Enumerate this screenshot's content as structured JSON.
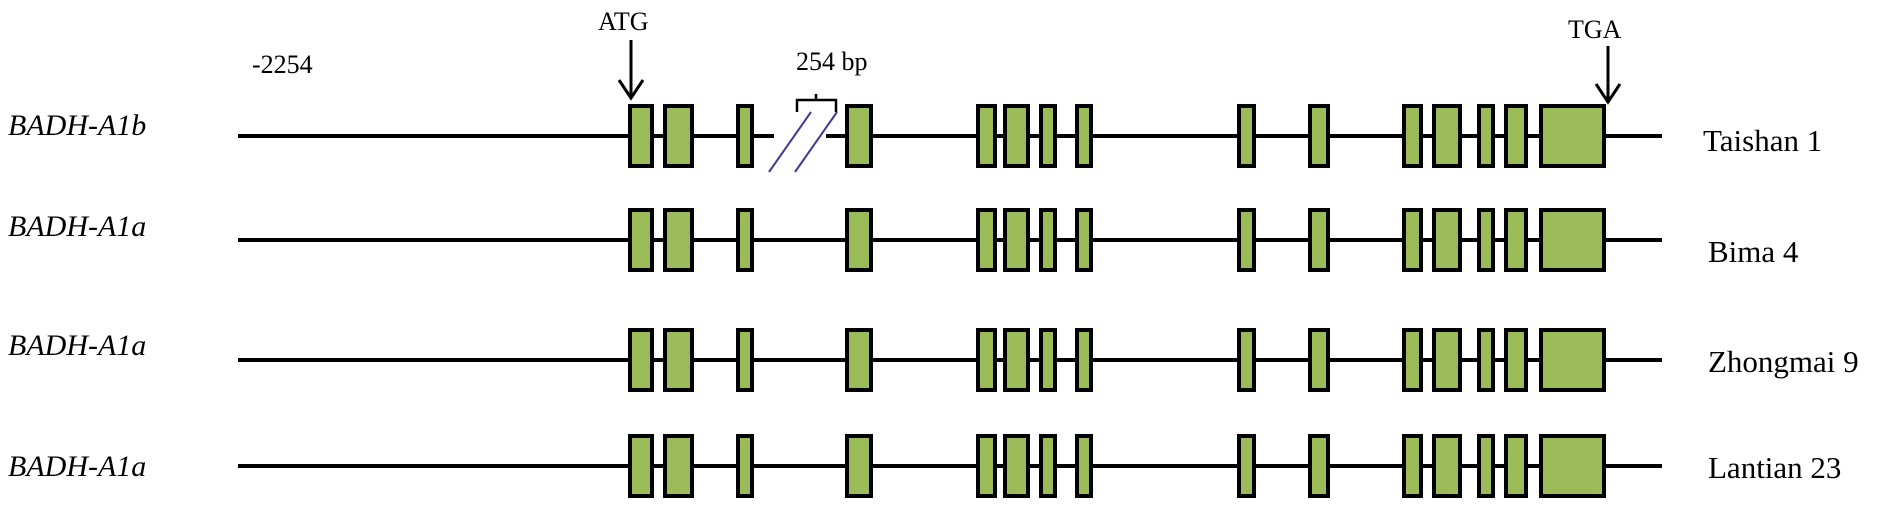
{
  "annotations": {
    "start_position": "-2254",
    "start_codon": "ATG",
    "stop_codon": "TGA",
    "insertion_size": "254 bp"
  },
  "rows": [
    {
      "gene": "BADH-A1b",
      "variety": "Taishan 1",
      "has_insertion": true
    },
    {
      "gene": "BADH-A1a",
      "variety": "Bima 4",
      "has_insertion": false
    },
    {
      "gene": "BADH-A1a",
      "variety": "Zhongmai 9",
      "has_insertion": false
    },
    {
      "gene": "BADH-A1a",
      "variety": "Lantian 23",
      "has_insertion": false
    }
  ],
  "colors": {
    "exon_fill": "#9bbb59",
    "exon_stroke": "#000000",
    "intron_line": "#000000",
    "insertion_marker": "#3b3b8f"
  },
  "exon_count": 15
}
